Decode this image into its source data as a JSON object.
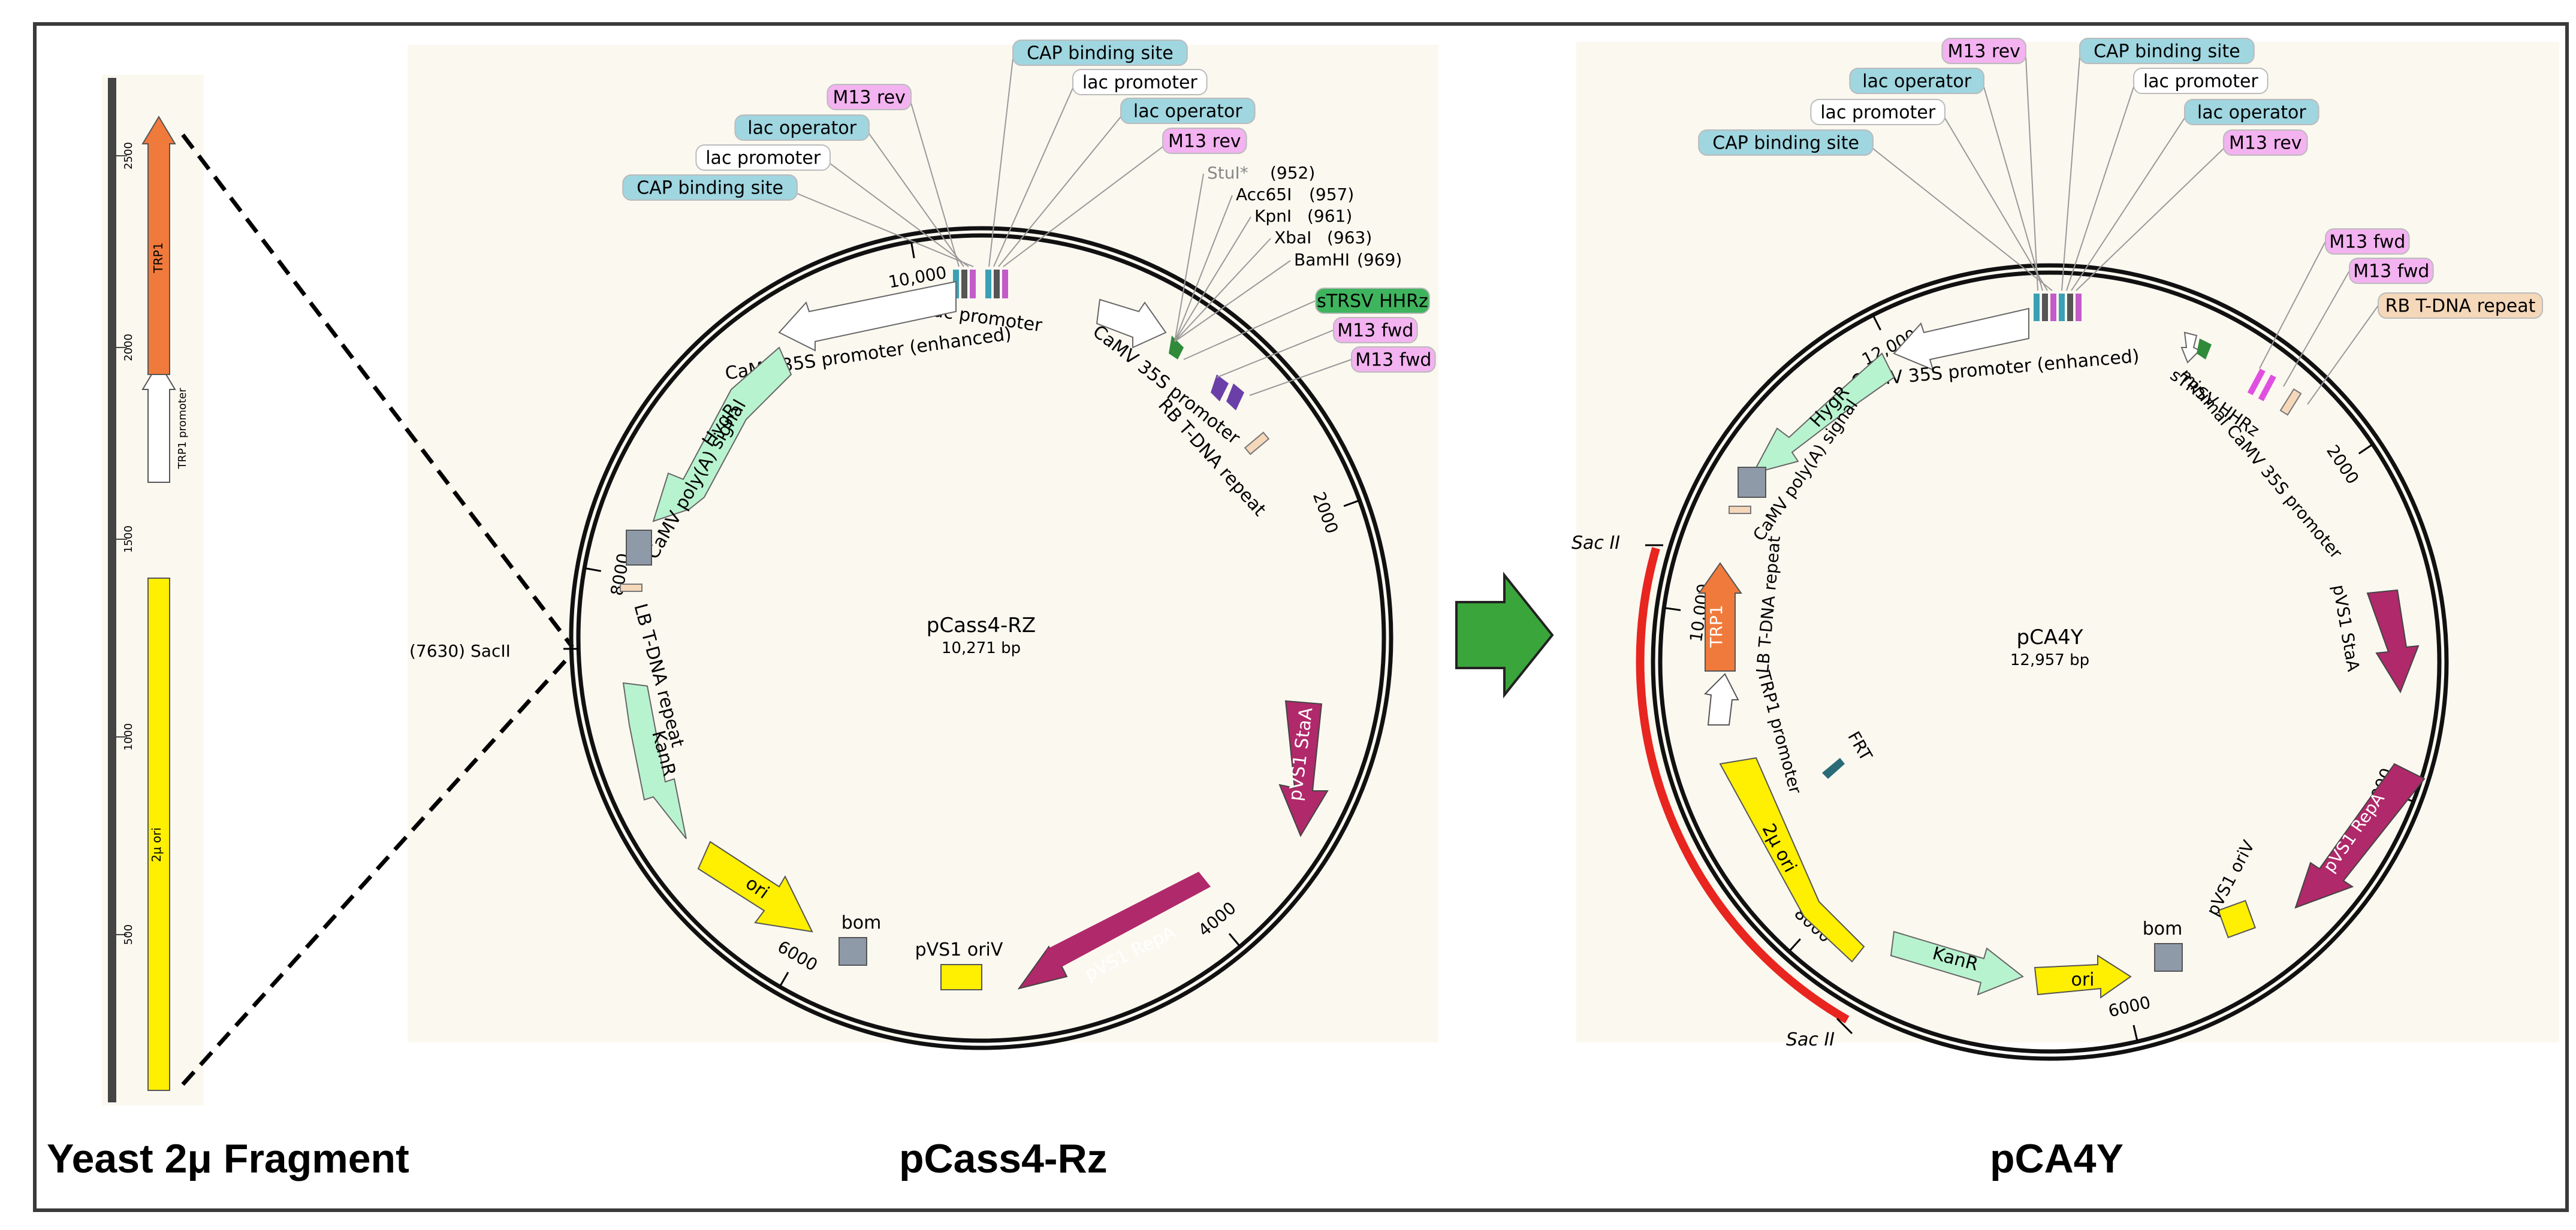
{
  "captions": {
    "yeast": "Yeast 2μ Fragment",
    "pcass": "pCass4-Rz",
    "pca4y": "pCA4Y"
  },
  "colors": {
    "panel_bg": "#fbf8f0",
    "outer_frame": "#3a3a3a",
    "arrow_green": "#3aa53a",
    "sac_arc": "#e8251e",
    "trp1": "#f07a3c",
    "yellow": "#ffef00",
    "magenta": "#b0296a",
    "mint": "#b8f3cf",
    "grey_feature": "#8e9aa8",
    "cap_label": "#9fd6e0",
    "m13_label": "#f3b2f0",
    "green_label": "#3fb45e",
    "tdna": "#f5d7b9"
  },
  "yeast_fragment": {
    "ticks": [
      "500",
      "1000",
      "1500",
      "2000",
      "2500"
    ],
    "features": [
      {
        "name": "2μ ori",
        "type": "yellow"
      },
      {
        "name": "TRP1 promoter",
        "type": "white"
      },
      {
        "name": "TRP1",
        "type": "trp1"
      }
    ]
  },
  "pcass": {
    "name": "pCass4-RZ",
    "size": "10,271 bp",
    "ticks": [
      "2000",
      "4000",
      "6000",
      "8000",
      "10,000"
    ],
    "sacII_label": "(7630)  SacII",
    "top_labels_left": [
      {
        "text": "M13 rev",
        "style": "m13"
      },
      {
        "text": "lac operator",
        "style": "cap"
      },
      {
        "text": "lac promoter",
        "style": "white"
      },
      {
        "text": "CAP binding site",
        "style": "cap"
      }
    ],
    "top_labels_right": [
      {
        "text": "CAP binding site",
        "style": "cap"
      },
      {
        "text": "lac promoter",
        "style": "white"
      },
      {
        "text": "lac operator",
        "style": "cap"
      },
      {
        "text": "M13 rev",
        "style": "m13"
      }
    ],
    "sites": [
      {
        "name": "StuI*",
        "pos": "(952)",
        "grey": true
      },
      {
        "name": "Acc65I",
        "pos": "(957)"
      },
      {
        "name": "KpnI",
        "pos": "(961)"
      },
      {
        "name": "XbaI",
        "pos": "(963)"
      },
      {
        "name": "BamHI",
        "pos": "(969)"
      }
    ],
    "right_labels": [
      {
        "text": "sTRSV HHRz",
        "style": "green"
      },
      {
        "text": "M13 fwd",
        "style": "m13"
      },
      {
        "text": "M13 fwd",
        "style": "m13"
      }
    ],
    "inner_labels": {
      "lac_promoter": "lac promoter",
      "camv_enh": "CaMV 35S promoter (enhanced)",
      "camv": "CaMV 35S promoter",
      "rb": "RB T-DNA repeat",
      "hygr": "HygR",
      "polya": "CaMV poly(A) signal",
      "lb": "LB T-DNA repeat",
      "kanr": "KanR",
      "ori": "ori",
      "bom": "bom",
      "oriv": "pVS1 oriV",
      "repa": "pVS1 RepA",
      "staa": "pVS1 StaA"
    }
  },
  "pca4y": {
    "name": "pCA4Y",
    "size": "12,957 bp",
    "ticks": [
      "2000",
      "4000",
      "6000",
      "8000",
      "10,000",
      "12,000"
    ],
    "sac_top": "Sac II",
    "sac_bottom": "Sac II",
    "top_labels_left": [
      {
        "text": "M13 rev",
        "style": "m13"
      },
      {
        "text": "lac operator",
        "style": "cap"
      },
      {
        "text": "lac promoter",
        "style": "white"
      },
      {
        "text": "CAP binding site",
        "style": "cap"
      }
    ],
    "top_labels_right": [
      {
        "text": "CAP binding site",
        "style": "cap"
      },
      {
        "text": "lac promoter",
        "style": "white"
      },
      {
        "text": "lac operator",
        "style": "cap"
      },
      {
        "text": "M13 rev",
        "style": "m13"
      }
    ],
    "right_labels": [
      {
        "text": "M13 fwd",
        "style": "m13"
      },
      {
        "text": "M13 fwd",
        "style": "m13"
      },
      {
        "text": "RB T-DNA repeat",
        "style": "tdna"
      }
    ],
    "inner_labels": {
      "camv_enh": "CaMV 35S promoter (enhanced)",
      "hhrz": "sTRSV HHRz",
      "minimal": "minimal CaMV 35S promoter",
      "hygr": "HygR",
      "polya": "CaMV poly(A) signal",
      "lb": "LB T-DNA repeat",
      "trp1": "TRP1",
      "trp1p": "TRP1 promoter",
      "frt": "FRT",
      "twomu": "2μ ori",
      "kanr": "KanR",
      "ori": "ori",
      "bom": "bom",
      "oriv": "pVS1 oriV",
      "repa": "pVS1 RepA",
      "staa": "pVS1 StaA"
    }
  }
}
